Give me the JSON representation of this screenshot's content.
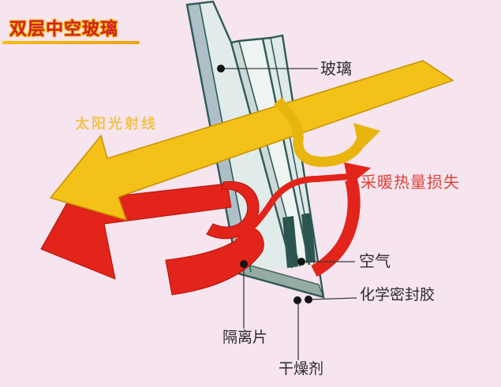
{
  "title": {
    "text": "双层中空玻璃",
    "text_color": "#ce2127",
    "underline_color": "#f0a70b"
  },
  "labels": {
    "glass": "玻璃",
    "sunlight": "太阳光射线",
    "heat_loss": "采暖热量损失",
    "air": "空气",
    "sealant": "化学密封胶",
    "spacer": "隔离片",
    "desiccant": "干燥剂"
  },
  "diagram": {
    "description_parts": {
      "sun_beam": "yellow sunlight ray passing through double glazing toward lower left",
      "reflected_sun_arrow": "yellow u-turn arrow exiting upper right",
      "heat_loss_arrow": "red arrow escaping through glass to upper right",
      "indoor_heat_ribbon": "large red looping ribbon arrow reflected back to lower left",
      "glazing_unit": "two tilted glass panes with air gap, spacer bar, sealant dots"
    },
    "colors": {
      "background": "#f6e4ee",
      "sun_yellow": "#f3c117",
      "sun_outline": "#c89200",
      "heat_red": "#e2241a",
      "heat_red_outline": "#b01208",
      "glass_face": "#e1ebea",
      "glass_side_strip": "#aebfc8",
      "glass_gap": "#eef4f2",
      "glass_edge": "#2e5a57",
      "spacer_band": "#96aba4",
      "sealant_cap": "#2b544f",
      "leader_line": "#3a3a3a",
      "leader_dot": "#141414"
    }
  }
}
